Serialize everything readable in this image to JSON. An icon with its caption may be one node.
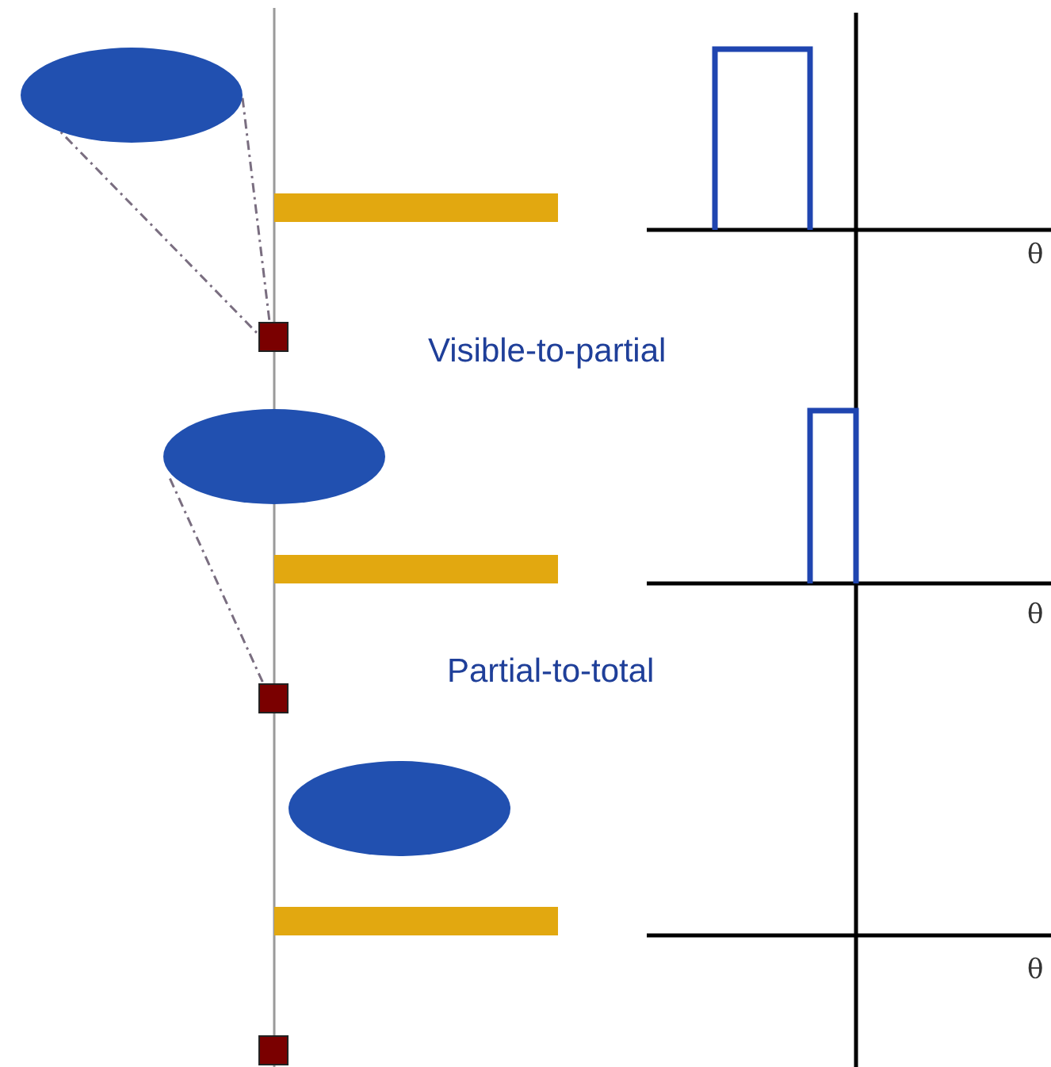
{
  "diagram": {
    "nodes": [
      {
        "text": [],
        "shape": "ellipse"
      },
      {
        "text": [],
        "shape": "bar"
      },
      {
        "text": [],
        "shape": "box"
      },
      {
        "text": [],
        "shape": "ellipse"
      },
      {
        "text": [],
        "shape": "bar"
      },
      {
        "text": [],
        "shape": "box"
      },
      {
        "text": [],
        "shape": "ellipse"
      },
      {
        "text": [],
        "shape": "bar"
      },
      {
        "text": [],
        "shape": "box"
      }
    ],
    "edges": [
      {
        "from": 0,
        "to": 2,
        "arrow": "none",
        "style": "dashed"
      },
      {
        "from": 0,
        "to": 2,
        "arrow": "none",
        "style": "dashed"
      },
      {
        "from": 3,
        "to": 5,
        "arrow": "none",
        "style": "dashed"
      }
    ],
    "labels": [
      "θ",
      "Visible-to-partial",
      "θ",
      "Partial-to-total",
      "θ"
    ]
  }
}
